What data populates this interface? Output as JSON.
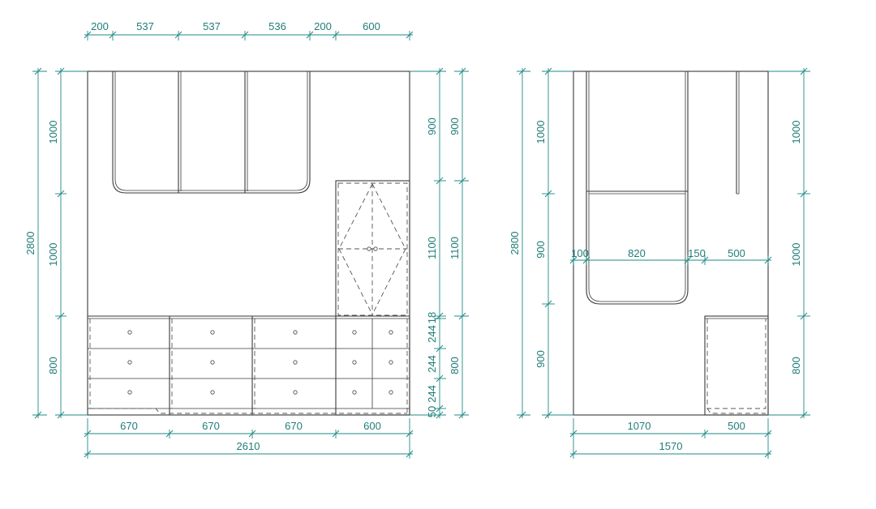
{
  "front": {
    "top": [
      "200",
      "537",
      "537",
      "536",
      "200",
      "600"
    ],
    "bottom": [
      "670",
      "670",
      "670",
      "600"
    ],
    "total_width": "2610",
    "left_overall": "2800",
    "left": [
      "1000",
      "1000",
      "800"
    ],
    "right_inner": [
      "900",
      "1100",
      "18",
      "244",
      "244",
      "244",
      "50"
    ],
    "right_outer": [
      "900",
      "1100",
      "800"
    ]
  },
  "side": {
    "left_overall": "2800",
    "left": [
      "1000",
      "900",
      "900"
    ],
    "right": [
      "1000",
      "1000",
      "800"
    ],
    "inner": [
      "100",
      "820",
      "150",
      "500"
    ],
    "bottom": [
      "1070",
      "500"
    ],
    "total_width": "1570"
  }
}
